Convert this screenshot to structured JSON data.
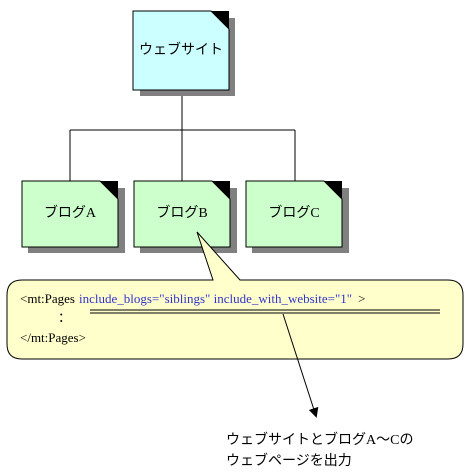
{
  "colors": {
    "website_fill": "#ccffff",
    "blog_fill": "#ccffcc",
    "callout_fill": "#ffffcc",
    "attr_text": "#3333cc",
    "shadow": "#808080"
  },
  "website": {
    "label": "ウェブサイト"
  },
  "blogs": [
    {
      "label": "ブログA"
    },
    {
      "label": "ブログB"
    },
    {
      "label": "ブログC"
    }
  ],
  "callout": {
    "open_tag": "<mt:Pages",
    "attributes": "include_blogs=\"siblings\" include_with_website=\"1\"",
    "open_tag_end": ">",
    "ellipsis": "：",
    "close_tag": "</mt:Pages>"
  },
  "note": {
    "line1": "ウェブサイトとブログA～Cの",
    "line2": "ウェブページを出力"
  }
}
